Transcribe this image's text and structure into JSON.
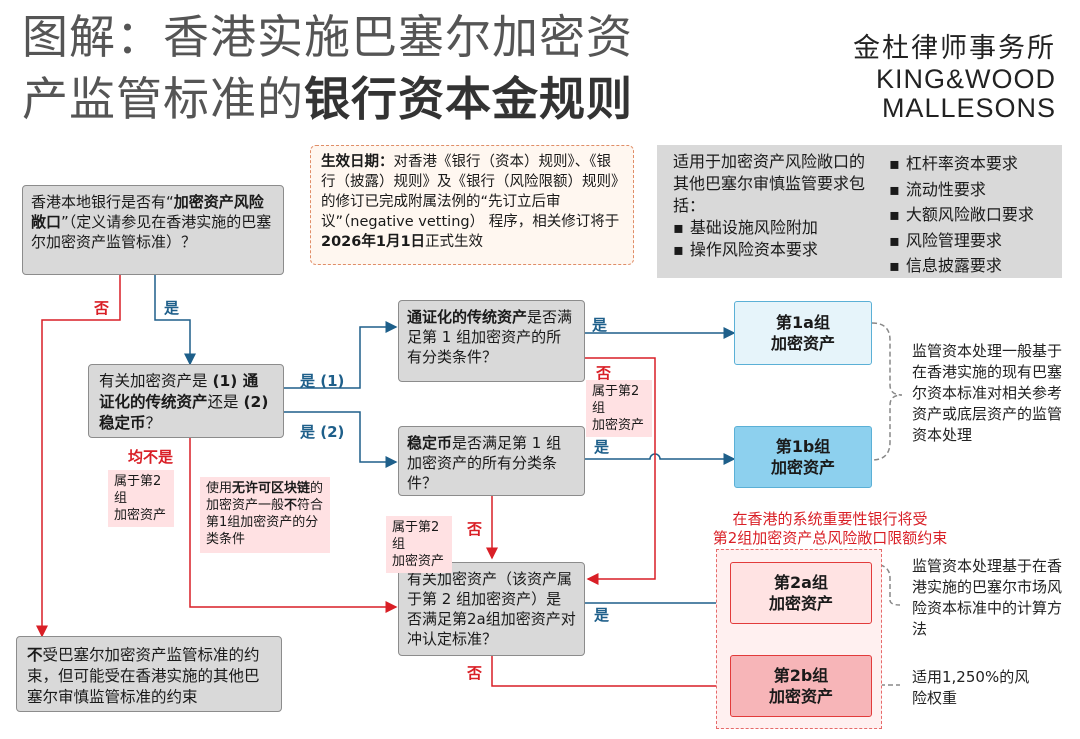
{
  "title": {
    "line1": "图解：香港实施巴塞尔加密资",
    "line2_prefix": "产监管标准的",
    "line2_bold": "银行资本金规则"
  },
  "logo": {
    "cn": "金杜律师事务所",
    "en1": "KING&WOOD",
    "en2": "MALLESONS"
  },
  "effective": {
    "bold": "生效日期：",
    "text": "对香港《银行（资本）规则》、《银行（披露）规则》及《银行（风险限额）规则》的修订已完成附属法例的“先订立后审议”（negative vetting） 程序，相关修订将于",
    "date": "2026年1月1日",
    "tail": "正式生效"
  },
  "other_reqs": {
    "intro": "适用于加密资产风险敞口的其他巴塞尔审慎监管要求包括：",
    "left_items": [
      "基础设施风险附加",
      "操作风险资本要求"
    ],
    "right_items": [
      "杠杆率资本要求",
      "流动性要求",
      "大额风险敞口要求",
      "风险管理要求",
      "信息披露要求"
    ]
  },
  "q1": {
    "prefix": "香港本地银行是否有“",
    "bold": "加密资产风险敞口",
    "suffix": "”（定义请参见在香港实施的巴塞尔加密资产监管标准）？"
  },
  "q2": {
    "p1": "有关加密资产是 ",
    "b1": "(1) 通证化的传统资产",
    "p2": "还是 ",
    "b2": "(2) 稳定币",
    "p3": "？"
  },
  "q3": {
    "bold": "通证化的传统资产",
    "text": "是否满足第 1 组加密资产的所有分类条件？"
  },
  "q4": {
    "bold": "稳定币",
    "text": "是否满足第 1 组加密资产的所有分类条件？"
  },
  "q5": {
    "text": "有关加密资产（该资产属于第 2 组加密资产）是否满足第2a组加密资产对冲认定标准？"
  },
  "not_subject": {
    "bold": "不",
    "text": "受巴塞尔加密资产监管标准的约束，但可能受在香港实施的其他巴塞尔审慎监管标准的约束"
  },
  "groups": {
    "g1a": "第1a组\n加密资产",
    "g1b": "第1b组\n加密资产",
    "g2a": "第2a组\n加密资产",
    "g2b": "第2b组\n加密资产"
  },
  "labels": {
    "yes": "是",
    "no": "否",
    "yes1": "是 (1)",
    "yes2": "是 (2)",
    "neither": "均不是",
    "g2_note": "属于第2组\n加密资产"
  },
  "blockchain_note": {
    "p1": "使用",
    "b1": "无许可区块链",
    "p2": "的加密资产一般",
    "b2": "不",
    "p3": "符合第1组加密资产的分类条件"
  },
  "red_heading": "在香港的系统重要性银行将受\n第2组加密资产总风险敞口限额约束",
  "side_notes": {
    "g1": "监管资本处理一般基于在香港实施的现有巴塞尔资本标准对相关参考资产或底层资产的监管资本处理",
    "g2a": "监管资本处理基于在香港实施的巴塞尔市场风险资本标准中的计算方法",
    "g2b": "适用1,250%的风险权重"
  },
  "colors": {
    "blue_line": "#1e5f8a",
    "red_line": "#d91f26",
    "grey_box": "#d9d9d9"
  }
}
